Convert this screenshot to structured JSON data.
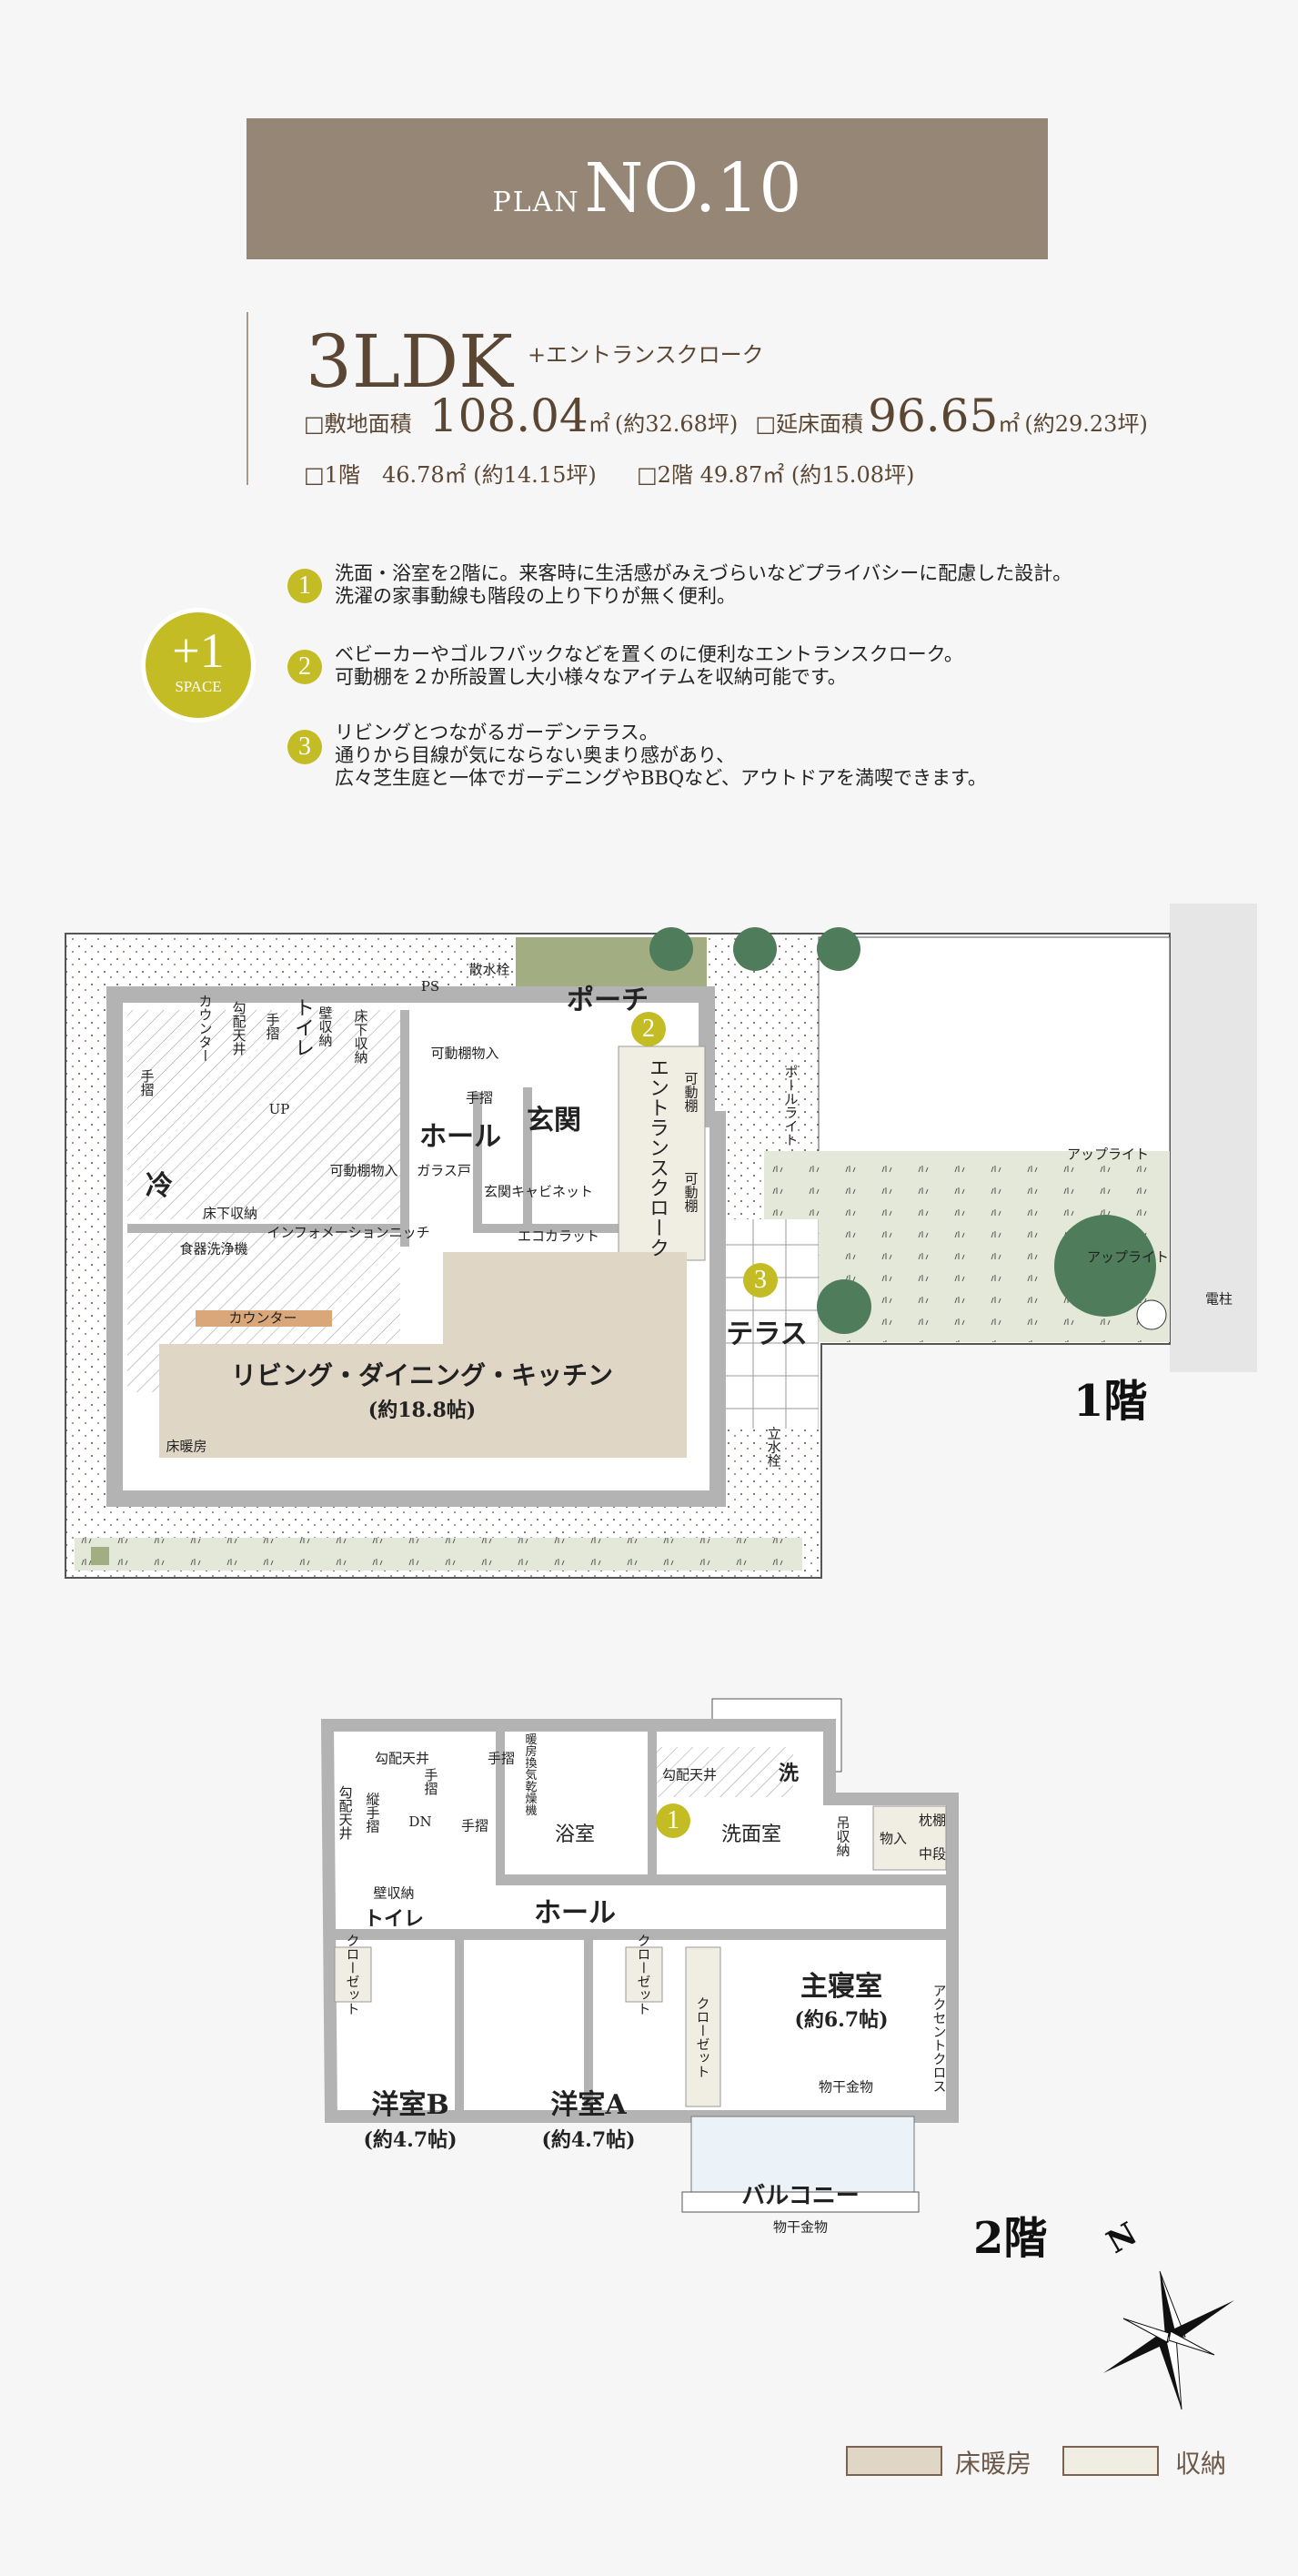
{
  "header": {
    "plan_prefix": "PLAN",
    "plan_no": "NO.10"
  },
  "summary": {
    "layout": "3LDK",
    "layout_extra": "+エントランスクローク",
    "site_area_label": "□敷地面積",
    "site_area_value": "108.04",
    "site_area_unit": "㎡",
    "site_area_tsubo": "(約32.68坪)",
    "floor_area_label": "□延床面積",
    "floor_area_value": "96.65",
    "floor_area_unit": "㎡",
    "floor_area_tsubo": "(約29.23坪)",
    "f1": "□1階　46.78㎡ (約14.15坪)",
    "f2": "□2階 49.87㎡ (約15.08坪)"
  },
  "space_badge": {
    "plus": "+1",
    "label": "SPACE"
  },
  "features": [
    {
      "num": "1",
      "lines": [
        "洗面・浴室を2階に。来客時に生活感がみえづらいなどプライバシーに配慮した設計。",
        "洗濯の家事動線も階段の上り下りが無く便利。"
      ]
    },
    {
      "num": "2",
      "lines": [
        "ベビーカーやゴルフバックなどを置くのに便利なエントランスクローク。",
        "可動棚を２か所設置し大小様々なアイテムを収納可能です。"
      ]
    },
    {
      "num": "3",
      "lines": [
        "リビングとつながるガーデンテラス。",
        "通りから目線が気にならない奥まり感があり、",
        "広々芝生庭と一体でガーデニングやBBQなど、アウトドアを満喫できます。"
      ]
    }
  ],
  "floor1": {
    "title": "1階",
    "rooms": {
      "porch": "ポーチ",
      "hall": "ホール",
      "genkan": "玄関",
      "entrance_cloak": "エントランスクローク",
      "shelf1": "可動棚",
      "shelf2": "可動棚",
      "fridge": "冷",
      "underfloor1": "床下収納",
      "dishwasher": "食器洗浄機",
      "counter": "カウンター",
      "storage1": "可動棚物入",
      "storage2": "可動棚物入",
      "info_niche": "インフォメーションニッチ",
      "glass_door": "ガラス戸",
      "cabinet": "玄関キャビネット",
      "ecocarat": "エコカラット",
      "handrail1": "手摺",
      "handrail2": "手摺",
      "handrail3": "手摺",
      "up": "UP",
      "toilet": "トイレ",
      "counter2": "カウンター",
      "slope_ceiling": "勾配天井",
      "wall_storage": "壁収納",
      "underfloor2": "床下収納",
      "ps": "PS",
      "sprinkler": "散水栓",
      "ldk": "リビング・ダイニング・キッチン",
      "ldk_size": "(約18.8帖)",
      "floor_heating": "床暖房",
      "terrace": "テラス",
      "faucet": "立水栓",
      "pole_light": "ポールライト",
      "uplight1": "アップライト",
      "uplight2": "アップライト",
      "pole": "電柱"
    },
    "markers": [
      "2",
      "3"
    ]
  },
  "floor2": {
    "title": "2階",
    "rooms": {
      "slope1": "勾配天井",
      "slope2": "勾配天井",
      "slope3": "勾配天井",
      "vert_rail": "縦手摺",
      "rail1": "手摺",
      "rail2": "手摺",
      "rail3": "手摺",
      "dn": "DN",
      "dryer": "暖房換気乾燥機",
      "bath": "浴室",
      "wash": "洗",
      "washroom": "洗面室",
      "hanging": "吊収納",
      "closet_storage": "物入",
      "shelf_top": "枕棚",
      "shelf_mid": "中段",
      "hall": "ホール",
      "wall_storage": "壁収納",
      "toilet": "トイレ",
      "closet_b": "クローゼット",
      "closet_a": "クローゼット",
      "closet_m": "クローゼット",
      "room_b": "洋室B",
      "room_b_size": "(約4.7帖)",
      "room_a": "洋室A",
      "room_a_size": "(約4.7帖)",
      "master": "主寝室",
      "master_size": "(約6.7帖)",
      "accent": "アクセントクロス",
      "drying1": "物干金物",
      "balcony": "バルコニー",
      "drying2": "物干金物"
    },
    "markers": [
      "1"
    ]
  },
  "compass": {
    "north": "N"
  },
  "legend": [
    {
      "label": "床暖房",
      "color": "#e0d6c6"
    },
    {
      "label": "収納",
      "color": "#f0ede2"
    }
  ],
  "colors": {
    "header_bg": "#968676",
    "accent": "#c4bc25",
    "wall": "#b3b3b3",
    "lawn": "#e4e8d8",
    "hedge": "#a3ad82"
  }
}
